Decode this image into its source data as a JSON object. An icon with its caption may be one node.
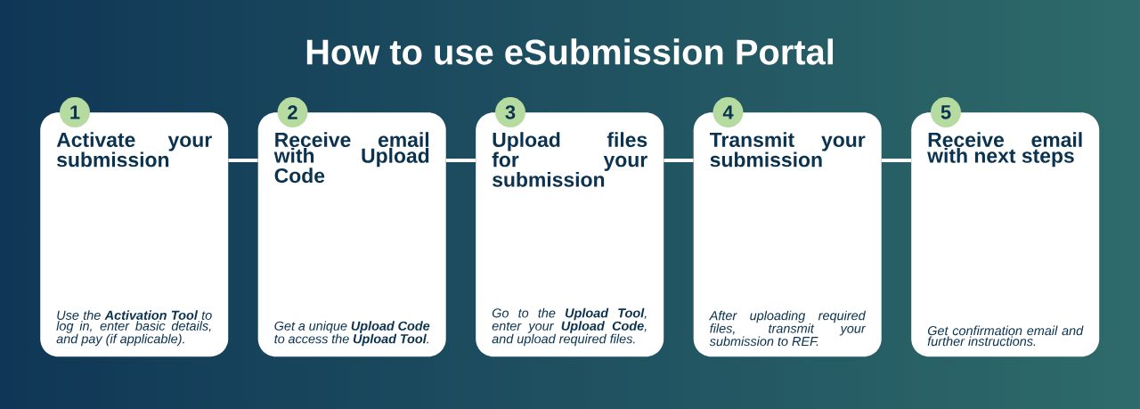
{
  "diagram": {
    "title": "How to use eSubmission Portal",
    "nodes": [
      {
        "text": [
          "1"
        ]
      },
      {
        "text": [
          "Activate your submission",
          "Use the **Activation Tool** to log in, enter basic details, and pay (if applicable)."
        ]
      },
      {
        "text": [
          "2"
        ]
      },
      {
        "text": [
          "Receive email with Upload Code",
          "Get a unique **Upload Code** to access the **Upload Tool**."
        ]
      },
      {
        "text": [
          "3"
        ]
      },
      {
        "text": [
          "Upload files for your submission",
          "Go to the **Upload Tool**, enter your **Upload Code**, and upload required files."
        ]
      },
      {
        "text": [
          "4"
        ]
      },
      {
        "text": [
          "Transmit your submission",
          "After uploading required files, transmit your submission to REF."
        ]
      },
      {
        "text": [
          "5"
        ]
      },
      {
        "text": [
          "Receive email with next steps",
          "Get confirmation email and further instructions."
        ]
      }
    ],
    "edges": [
      {
        "from": 1,
        "to": 3,
        "arrow": "none"
      },
      {
        "from": 3,
        "to": 5,
        "arrow": "none"
      },
      {
        "from": 5,
        "to": 7,
        "arrow": "none"
      },
      {
        "from": 7,
        "to": 9,
        "arrow": "none"
      }
    ]
  }
}
